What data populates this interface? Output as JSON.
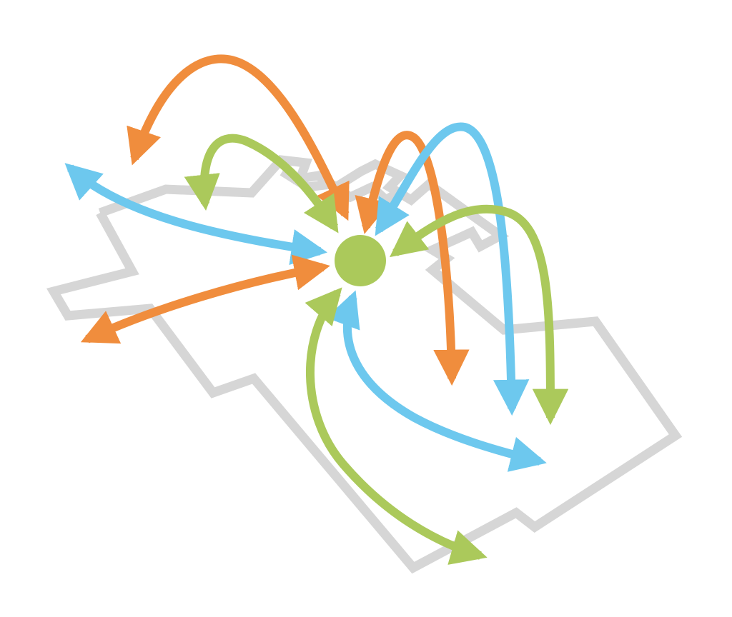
{
  "colors": {
    "outline": "#d6d6d6",
    "orange": "#f08d3d",
    "blue": "#6dc8ee",
    "green": "#abc95b",
    "hub": "#abc95b"
  },
  "arrows": [
    {
      "id": "orange-top-left",
      "color": "orange",
      "heads": "both"
    },
    {
      "id": "green-top-left",
      "color": "green",
      "heads": "both"
    },
    {
      "id": "blue-left",
      "color": "blue",
      "heads": "both"
    },
    {
      "id": "orange-left",
      "color": "orange",
      "heads": "both"
    },
    {
      "id": "orange-top-right",
      "color": "orange",
      "heads": "both"
    },
    {
      "id": "blue-top-right",
      "color": "blue",
      "heads": "both"
    },
    {
      "id": "green-right",
      "color": "green",
      "heads": "both"
    },
    {
      "id": "blue-bottom-right",
      "color": "blue",
      "heads": "both"
    },
    {
      "id": "green-bottom",
      "color": "green",
      "heads": "both"
    }
  ]
}
